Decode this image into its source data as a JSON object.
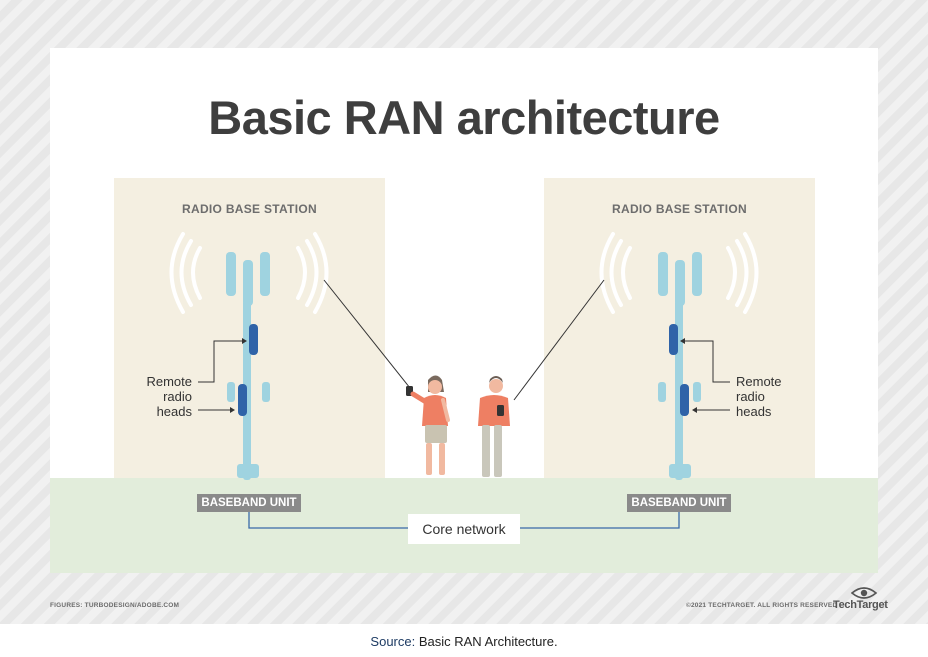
{
  "diagram": {
    "title": "Basic RAN architecture",
    "stations": [
      {
        "label": "RADIO BASE STATION",
        "baseband_label": "BASEBAND UNIT",
        "rrh_label_lines": [
          "Remote",
          "radio",
          "heads"
        ]
      },
      {
        "label": "RADIO BASE STATION",
        "baseband_label": "BASEBAND UNIT",
        "rrh_label_lines": [
          "Remote",
          "radio",
          "heads"
        ]
      }
    ],
    "core_network_label": "Core network",
    "colors": {
      "station_bg": "#f4efe1",
      "ground": "#e2eddb",
      "tower_light": "#9fd3e0",
      "tower_dark": "#2f63a8",
      "baseband": "#8a8a8a",
      "person_shirt": "#ee7f63"
    }
  },
  "footer": {
    "credit": "FIGURES: TURBODESIGN/ADOBE.COM",
    "copyright": "©2021 TECHTARGET. ALL RIGHTS RESERVED",
    "logo_text": "TechTarget",
    "logo_icon": "eye-icon"
  },
  "caption": {
    "prefix": "Source:",
    "text": " Basic RAN Architecture."
  }
}
